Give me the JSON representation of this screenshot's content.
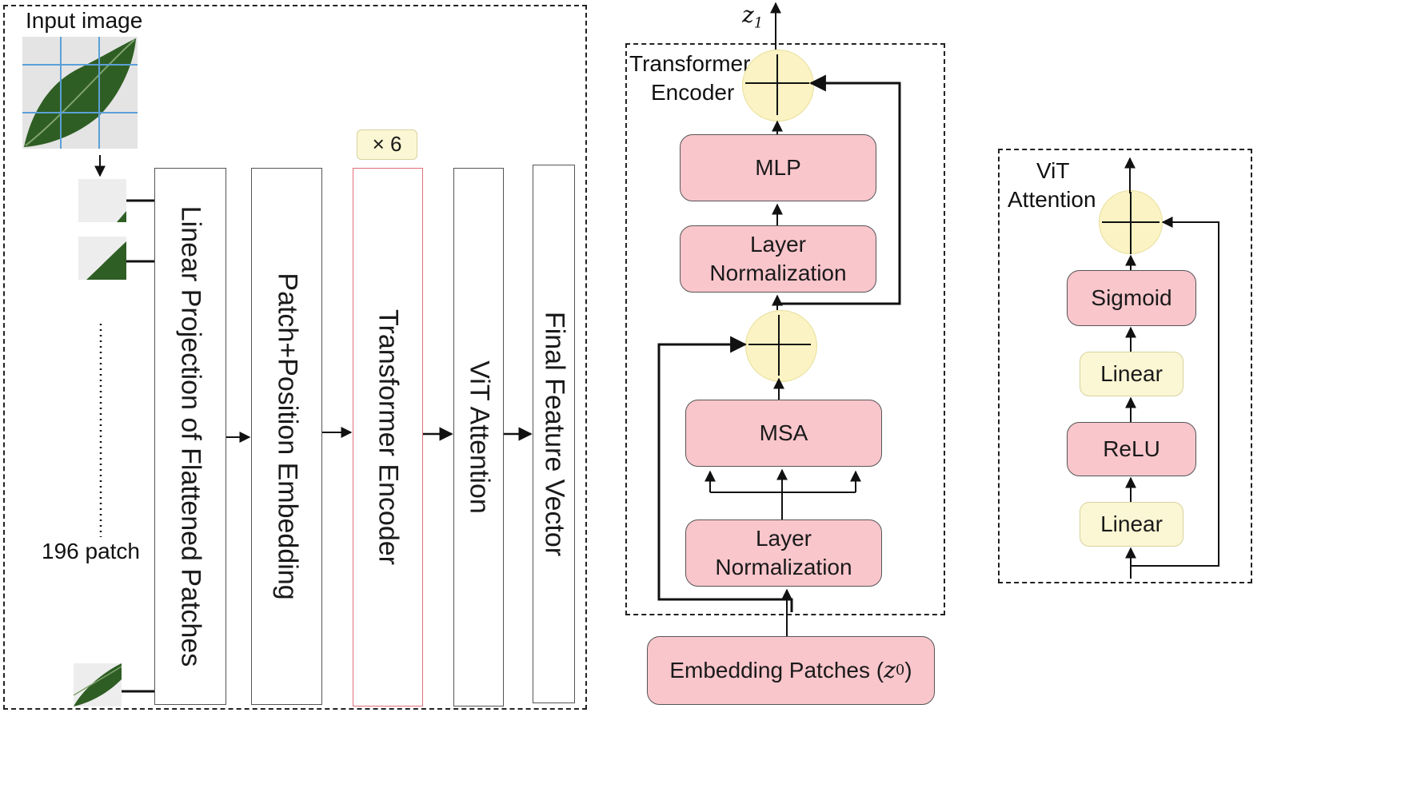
{
  "left_panel": {
    "input_label": "Input image",
    "patch_count_label": "196 patch",
    "repeat_badge": "× 6",
    "columns": [
      {
        "name": "linear-projection",
        "label": "Linear Projection of Flattened Patches",
        "color": "#f9c6cc"
      },
      {
        "name": "patch-position-embedding",
        "label": "Patch+Position Embedding",
        "color": "#fbf6d3"
      },
      {
        "name": "transformer-encoder",
        "label": "Transformer Encoder",
        "color": "#f4808a"
      },
      {
        "name": "vit-attention",
        "label": "ViT Attention",
        "color": "#f9c6cc"
      },
      {
        "name": "final-feature-vector",
        "label": "Final Feature Vector",
        "color": "#fbf6d3"
      }
    ]
  },
  "encoder_panel": {
    "title_line1": "Transformer",
    "title_line2": "Encoder",
    "output_var": "z",
    "output_sub": "1",
    "mlp": "MLP",
    "layer_norm_top_1": "Layer",
    "layer_norm_top_2": "Normalization",
    "msa": "MSA",
    "layer_norm_bottom_1": "Layer",
    "layer_norm_bottom_2": "Normalization",
    "embedding_label": "Embedding Patches (",
    "embedding_var": "z",
    "embedding_sub": "0",
    "embedding_close": ")"
  },
  "attention_panel": {
    "title_line1": "ViT",
    "title_line2": "Attention",
    "sigmoid": "Sigmoid",
    "linear_top": "Linear",
    "relu": "ReLU",
    "linear_bottom": "Linear"
  },
  "colors": {
    "pink": "#f9c6cc",
    "yellow": "#fbf6d3",
    "red": "#f4808a",
    "leaf": "#2f5e24",
    "grid_line": "#5aa0d8"
  }
}
